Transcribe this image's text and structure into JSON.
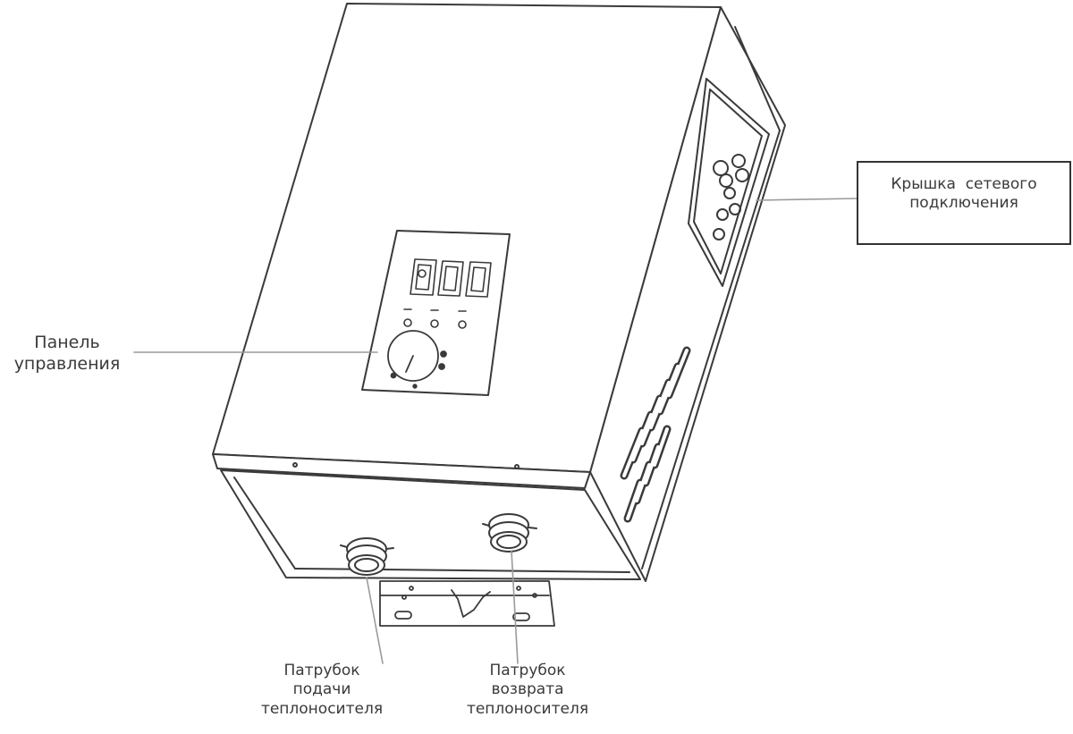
{
  "labels": {
    "control_panel": {
      "line1": "Панель",
      "line2": "управления"
    },
    "network_cover": {
      "line1": "Крышка  сетевого",
      "line2": "подключения"
    },
    "supply_pipe": {
      "line1": "Патрубок",
      "line2": "подачи",
      "line3": "теплоносителя"
    },
    "return_pipe": {
      "line1": "Патрубок",
      "line2": "возврата",
      "line3": "теплоносителя"
    }
  },
  "colors": {
    "line": "#3a3a3a",
    "fill": "#ffffff",
    "leader": "#9a9a9a"
  }
}
